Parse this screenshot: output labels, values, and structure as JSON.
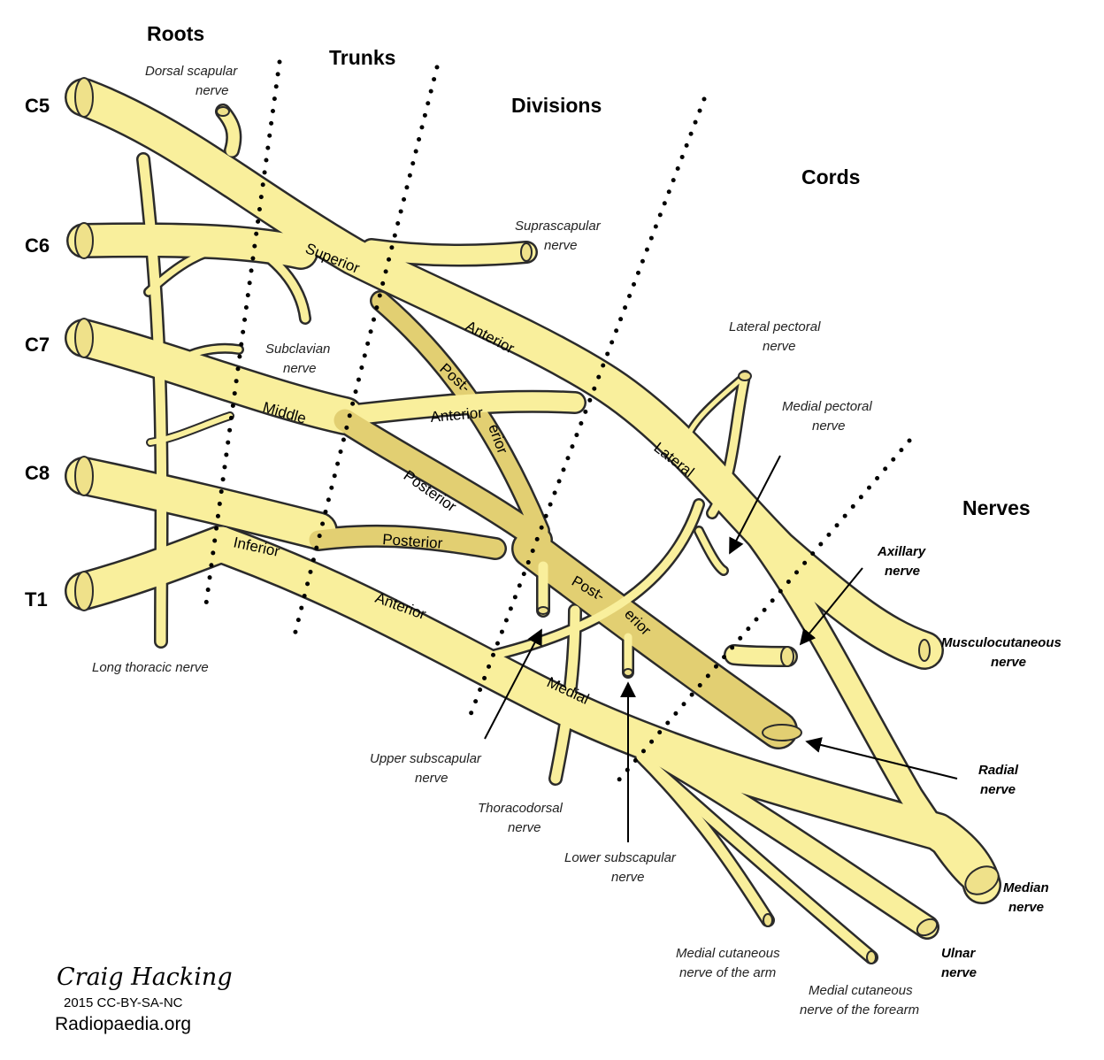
{
  "colors": {
    "nerve": "#f9ef9c",
    "posterior": "#e2cf72",
    "outline": "#2b2b2b"
  },
  "sections": {
    "roots": "Roots",
    "trunks": "Trunks",
    "divisions": "Divisions",
    "cords": "Cords",
    "nerves": "Nerves"
  },
  "roots": {
    "c5": "C5",
    "c6": "C6",
    "c7": "C7",
    "c8": "C8",
    "t1": "T1"
  },
  "segments": {
    "superior": "Superior",
    "middle": "Middle",
    "inferior": "Inferior",
    "anterior_superior": "Anterior",
    "anterior_middle": "Anterior",
    "anterior_inferior": "Anterior",
    "posterior_superior_a": "Post-",
    "posterior_superior_b": "erior",
    "posterior_middle": "Posterior",
    "posterior_inferior": "Posterior",
    "lateral": "Lateral",
    "medial": "Medial",
    "posterior_cord_a": "Post-",
    "posterior_cord_b": "erior"
  },
  "annotations": {
    "dorsal_scapular_1": "Dorsal scapular",
    "dorsal_scapular_2": "nerve",
    "suprascapular_1": "Suprascapular",
    "suprascapular_2": "nerve",
    "subclavian_1": "Subclavian",
    "subclavian_2": "nerve",
    "lateral_pectoral_1": "Lateral pectoral",
    "lateral_pectoral_2": "nerve",
    "medial_pectoral_1": "Medial pectoral",
    "medial_pectoral_2": "nerve",
    "long_thoracic": "Long thoracic nerve",
    "upper_subscapular_1": "Upper subscapular",
    "upper_subscapular_2": "nerve",
    "thoracodorsal_1": "Thoracodorsal",
    "thoracodorsal_2": "nerve",
    "lower_subscapular_1": "Lower subscapular",
    "lower_subscapular_2": "nerve",
    "med_cut_arm_1": "Medial cutaneous",
    "med_cut_arm_2": "nerve of the arm",
    "med_cut_forearm_1": "Medial cutaneous",
    "med_cut_forearm_2": "nerve of the forearm"
  },
  "terminals": {
    "axillary_1": "Axillary",
    "axillary_2": "nerve",
    "musculocutaneous_1": "Musculocutaneous",
    "musculocutaneous_2": "nerve",
    "radial_1": "Radial",
    "radial_2": "nerve",
    "median_1": "Median",
    "median_2": "nerve",
    "ulnar_1": "Ulnar",
    "ulnar_2": "nerve"
  },
  "credit": {
    "author": "Craig Hacking",
    "license": "2015 CC-BY-SA-NC",
    "site": "Radiopaedia.org"
  }
}
